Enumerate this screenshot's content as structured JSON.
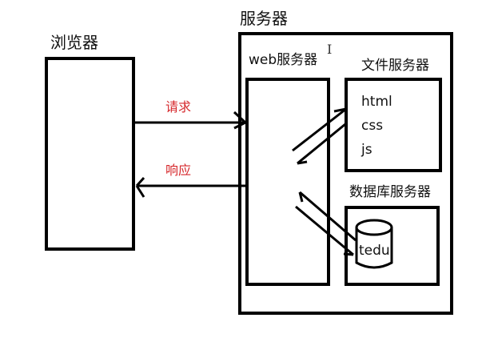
{
  "diagram": {
    "browser": {
      "label": "浏览器"
    },
    "server": {
      "label": "服务器"
    },
    "web_server": {
      "label": "web服务器"
    },
    "file_server": {
      "label": "文件服务器",
      "files": [
        "html",
        "css",
        "js"
      ]
    },
    "db_server": {
      "label": "数据库服务器",
      "database": "tedu"
    },
    "arrows": {
      "request": "请求",
      "response": "响应"
    },
    "colors": {
      "stroke": "#000000",
      "arrow_label": "#d6282c",
      "background": "#ffffff"
    },
    "icons": {
      "database": "cylinder-icon",
      "cursor": "text-cursor-icon"
    }
  }
}
